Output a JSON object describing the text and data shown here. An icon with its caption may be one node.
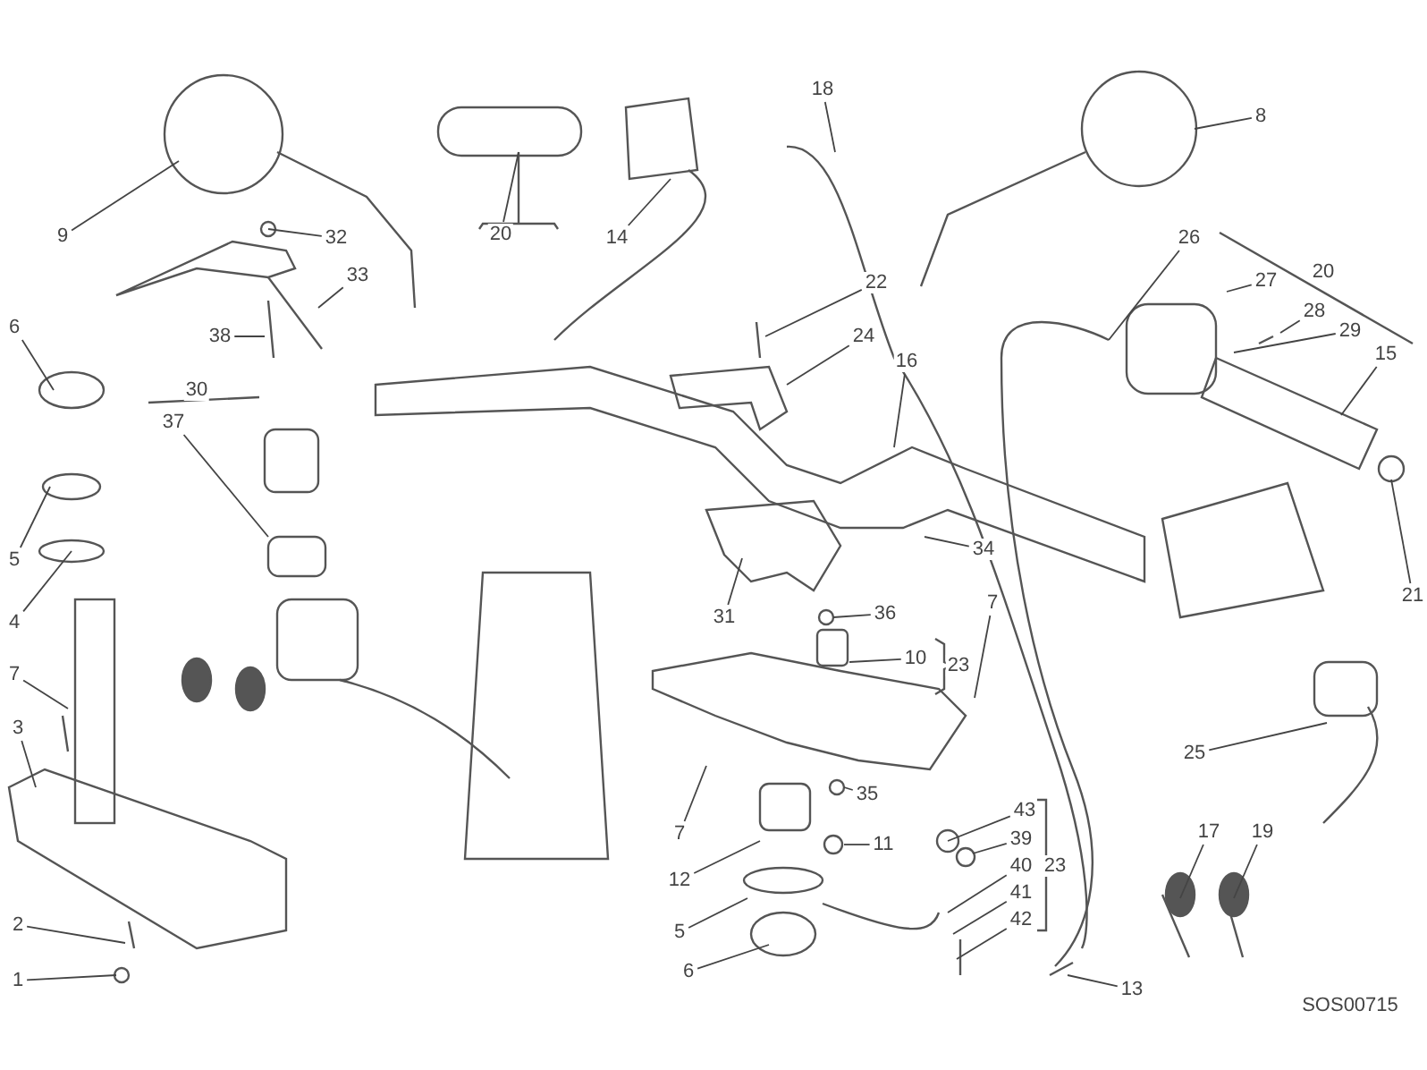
{
  "diagram": {
    "nodes": [
      {
        "text": [
          "9"
        ]
      },
      {
        "text": [
          "32"
        ]
      },
      {
        "text": [
          "33"
        ]
      },
      {
        "text": [
          "38"
        ]
      },
      {
        "text": [
          "6"
        ]
      },
      {
        "text": [
          "5"
        ]
      },
      {
        "text": [
          "4"
        ]
      },
      {
        "text": [
          "7"
        ]
      },
      {
        "text": [
          "3"
        ]
      },
      {
        "text": [
          "2"
        ]
      },
      {
        "text": [
          "1"
        ]
      },
      {
        "text": [
          "37"
        ]
      },
      {
        "text": [
          "20"
        ]
      },
      {
        "text": [
          "14"
        ]
      },
      {
        "text": [
          "18"
        ]
      },
      {
        "text": [
          "8"
        ]
      },
      {
        "text": [
          "22"
        ]
      },
      {
        "text": [
          "24"
        ]
      },
      {
        "text": [
          "16"
        ]
      },
      {
        "text": [
          "26"
        ]
      },
      {
        "text": [
          "27"
        ]
      },
      {
        "text": [
          "28"
        ]
      },
      {
        "text": [
          "29"
        ]
      },
      {
        "text": [
          "15"
        ]
      },
      {
        "text": [
          "21"
        ]
      },
      {
        "text": [
          "34"
        ]
      },
      {
        "text": [
          "31"
        ]
      },
      {
        "text": [
          "36"
        ]
      },
      {
        "text": [
          "10"
        ]
      },
      {
        "text": [
          "7"
        ]
      },
      {
        "text": [
          "25"
        ]
      },
      {
        "text": [
          "35"
        ]
      },
      {
        "text": [
          "11"
        ]
      },
      {
        "text": [
          "7"
        ]
      },
      {
        "text": [
          "12"
        ]
      },
      {
        "text": [
          "5"
        ]
      },
      {
        "text": [
          "6"
        ]
      },
      {
        "text": [
          "43"
        ]
      },
      {
        "text": [
          "39"
        ]
      },
      {
        "text": [
          "40"
        ]
      },
      {
        "text": [
          "41"
        ]
      },
      {
        "text": [
          "42"
        ]
      },
      {
        "text": [
          "13"
        ]
      },
      {
        "text": [
          "17"
        ]
      },
      {
        "text": [
          "19"
        ]
      },
      {
        "text": [
          "30"
        ]
      },
      {
        "text": [
          "20"
        ]
      },
      {
        "text": [
          "23"
        ]
      },
      {
        "text": [
          "23"
        ]
      }
    ],
    "edges": [
      {
        "from": 0,
        "to": null,
        "arrow": "none"
      },
      {
        "from": 1,
        "to": null,
        "arrow": "none"
      },
      {
        "from": 2,
        "to": null,
        "arrow": "none"
      },
      {
        "from": 3,
        "to": null,
        "arrow": "none"
      },
      {
        "from": 4,
        "to": null,
        "arrow": "none"
      },
      {
        "from": 5,
        "to": null,
        "arrow": "none"
      },
      {
        "from": 6,
        "to": null,
        "arrow": "none"
      },
      {
        "from": 7,
        "to": null,
        "arrow": "none"
      },
      {
        "from": 8,
        "to": null,
        "arrow": "none"
      },
      {
        "from": 9,
        "to": null,
        "arrow": "none"
      },
      {
        "from": 10,
        "to": null,
        "arrow": "none"
      },
      {
        "from": 11,
        "to": null,
        "arrow": "none"
      },
      {
        "from": 12,
        "to": null,
        "arrow": "none"
      },
      {
        "from": 13,
        "to": null,
        "arrow": "none"
      },
      {
        "from": 14,
        "to": null,
        "arrow": "none"
      },
      {
        "from": 15,
        "to": null,
        "arrow": "none"
      },
      {
        "from": 16,
        "to": null,
        "arrow": "none"
      },
      {
        "from": 17,
        "to": null,
        "arrow": "none"
      },
      {
        "from": 18,
        "to": null,
        "arrow": "none"
      },
      {
        "from": 19,
        "to": null,
        "arrow": "none"
      },
      {
        "from": 20,
        "to": null,
        "arrow": "none"
      },
      {
        "from": 21,
        "to": null,
        "arrow": "none"
      },
      {
        "from": 22,
        "to": null,
        "arrow": "none"
      },
      {
        "from": 23,
        "to": null,
        "arrow": "none"
      },
      {
        "from": 24,
        "to": null,
        "arrow": "none"
      },
      {
        "from": 25,
        "to": null,
        "arrow": "none"
      },
      {
        "from": 26,
        "to": null,
        "arrow": "none"
      },
      {
        "from": 27,
        "to": null,
        "arrow": "none"
      },
      {
        "from": 28,
        "to": null,
        "arrow": "none"
      },
      {
        "from": 29,
        "to": null,
        "arrow": "none"
      },
      {
        "from": 30,
        "to": null,
        "arrow": "none"
      },
      {
        "from": 31,
        "to": null,
        "arrow": "none"
      },
      {
        "from": 32,
        "to": null,
        "arrow": "none"
      },
      {
        "from": 33,
        "to": null,
        "arrow": "none"
      },
      {
        "from": 34,
        "to": null,
        "arrow": "none"
      },
      {
        "from": 35,
        "to": null,
        "arrow": "none"
      },
      {
        "from": 36,
        "to": null,
        "arrow": "none"
      },
      {
        "from": 37,
        "to": null,
        "arrow": "none"
      },
      {
        "from": 38,
        "to": null,
        "arrow": "none"
      },
      {
        "from": 39,
        "to": null,
        "arrow": "none"
      },
      {
        "from": 40,
        "to": null,
        "arrow": "none"
      },
      {
        "from": 41,
        "to": null,
        "arrow": "none"
      },
      {
        "from": 42,
        "to": null,
        "arrow": "none"
      },
      {
        "from": 43,
        "to": null,
        "arrow": "none"
      },
      {
        "from": 44,
        "to": null,
        "arrow": "none"
      }
    ],
    "labels": [
      "SOS00715"
    ]
  }
}
